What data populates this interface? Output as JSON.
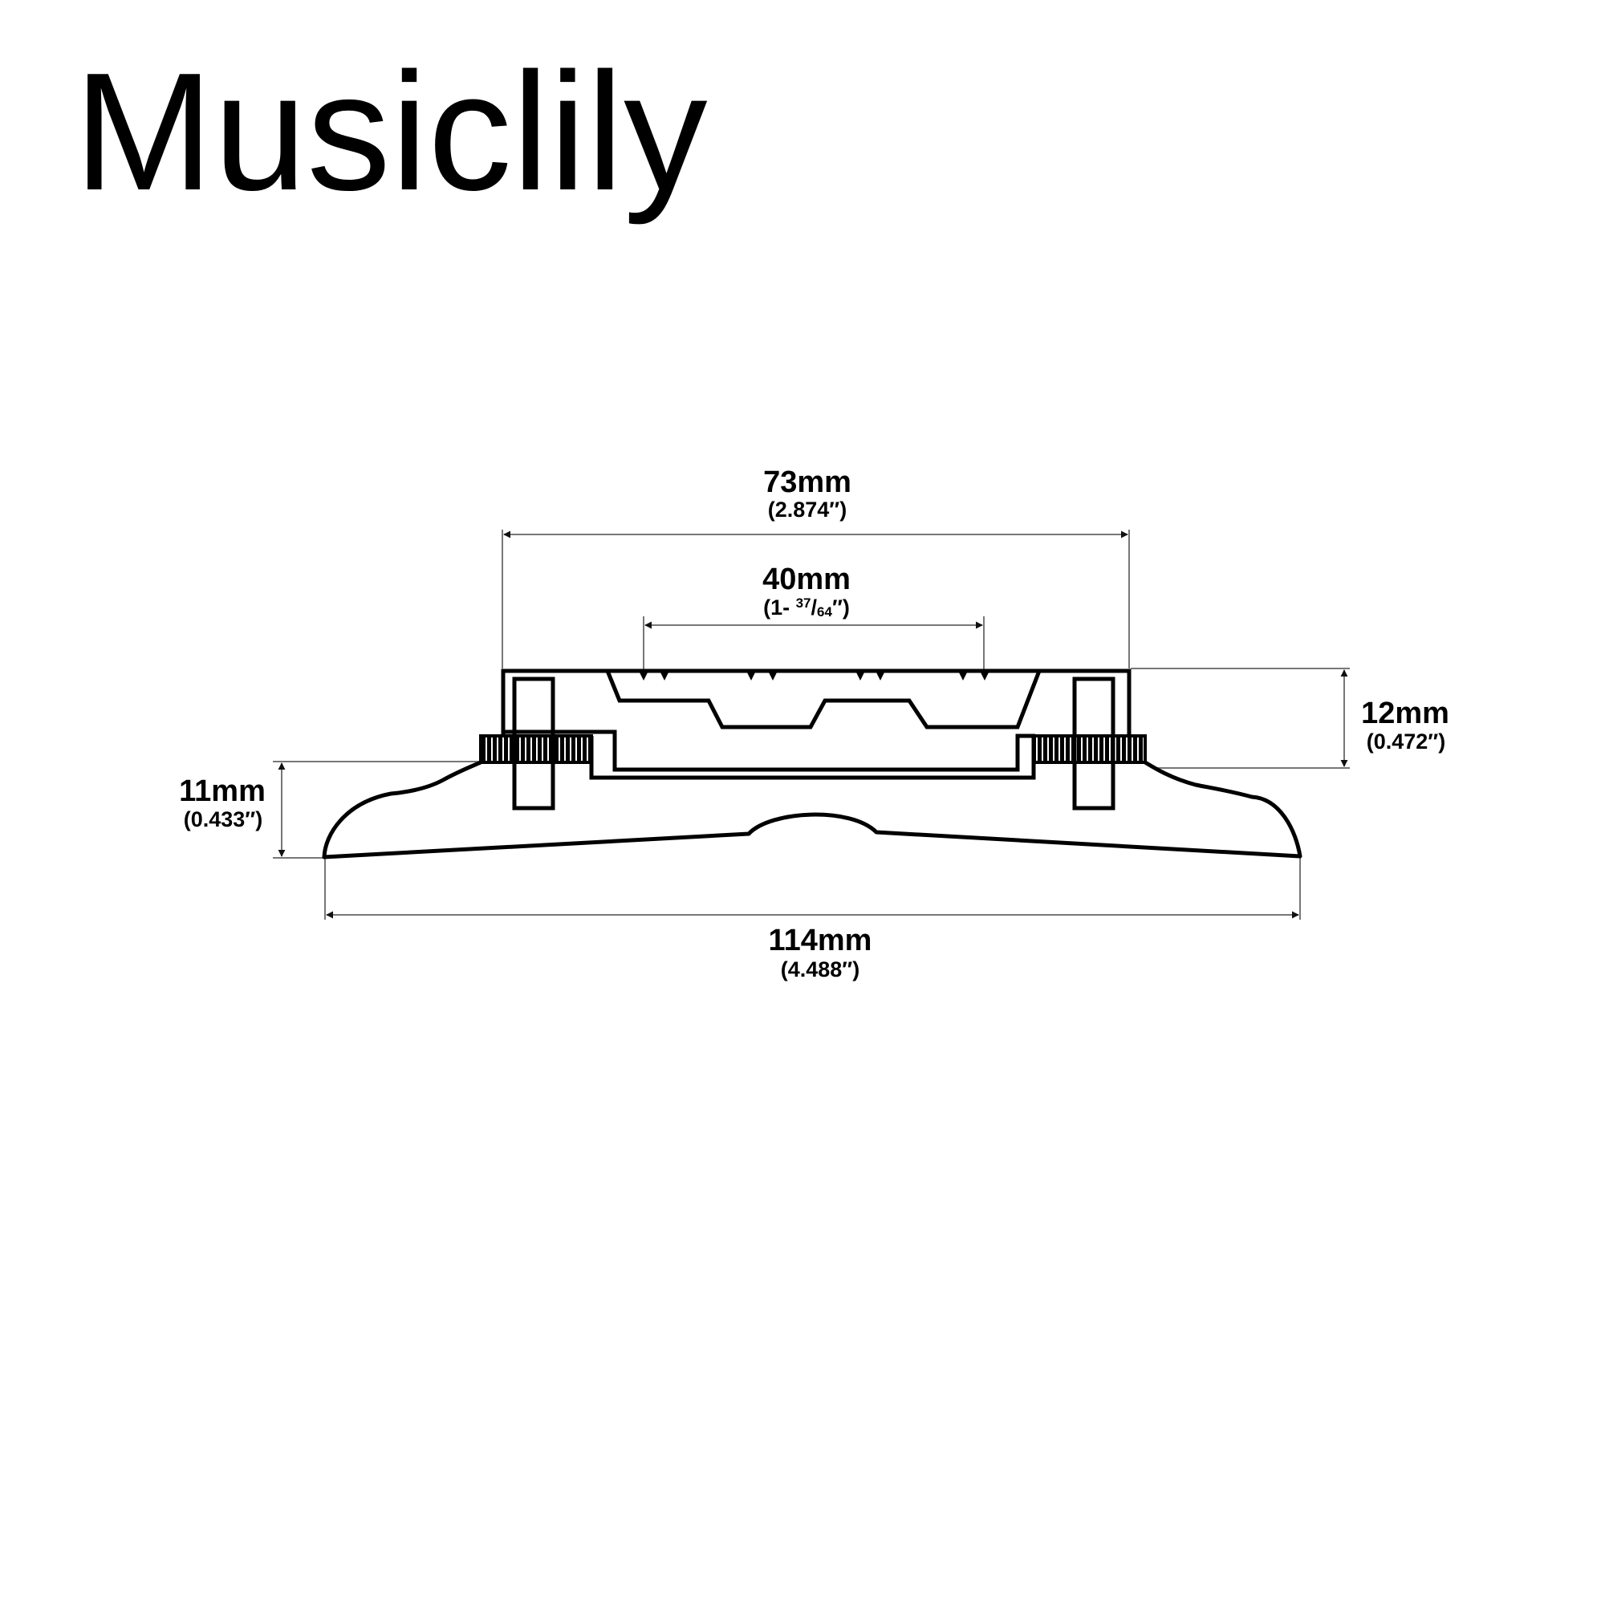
{
  "brand": {
    "name": "Musiclily"
  },
  "diagram": {
    "subject": "guitar bridge side view",
    "line_color": "#000000",
    "dimension_line_color": "#777777",
    "dimensions": {
      "overall_top_width": {
        "metric": "73mm",
        "imperial": "(2.874″)"
      },
      "string_spacing": {
        "metric": "40mm",
        "imperial_prefix": "(1- ",
        "imperial_num": "37",
        "imperial_sep": "/",
        "imperial_den": "64",
        "imperial_suffix": "″)"
      },
      "saddle_height": {
        "metric": "12mm",
        "imperial": "(0.472″)"
      },
      "base_height": {
        "metric": "11mm",
        "imperial": "(0.433″)"
      },
      "base_length": {
        "metric": "114mm",
        "imperial": "(4.488″)"
      }
    }
  }
}
